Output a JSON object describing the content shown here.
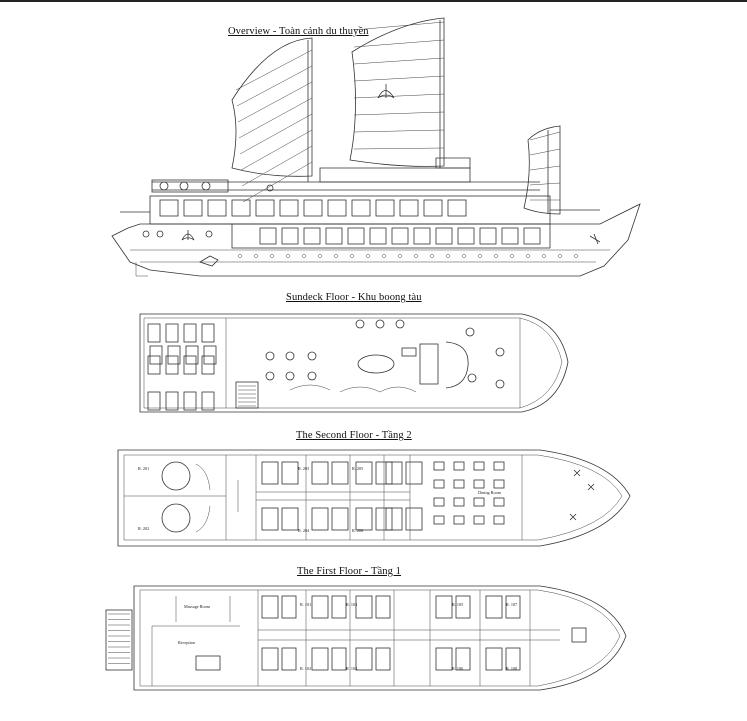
{
  "titles": {
    "overview": "Overview - Toàn cảnh du thuyền",
    "sundeck": "Sundeck Floor - Khu boong tàu",
    "second": "The Second Floor - Tầng 2",
    "first": "The First Floor - Tầng 1"
  },
  "second_floor": {
    "rooms_top": [
      "R. 201",
      "R. 203",
      "R. 205"
    ],
    "rooms_bottom": [
      "R. 202",
      "R. 204",
      "R. 206"
    ],
    "dining": "Dining Room"
  },
  "first_floor": {
    "massage": "Massage Room",
    "reception": "Reception",
    "rooms_top": [
      "R. 101",
      "R. 103",
      "R. 105",
      "R. 107"
    ],
    "rooms_bottom": [
      "R. 102",
      "R. 104",
      "R. 106",
      "R. 108"
    ]
  }
}
